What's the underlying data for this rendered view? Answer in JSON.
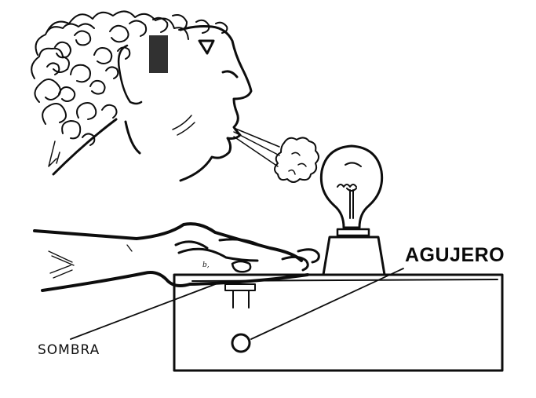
{
  "diagram": {
    "description": "Experimento: persona soplando hacia una lámpara sobre una caja; mano apoyada sobre la caja",
    "labels": {
      "hole": "AGUJERO",
      "shadow": "SOMBRA"
    },
    "elements": [
      {
        "name": "person-head",
        "description": "Cabeza de perfil con pelo rizado, soplando"
      },
      {
        "name": "air-puff",
        "description": "Soplo de aire hacia la lámpara"
      },
      {
        "name": "light-bulb",
        "description": "Bombilla con filamento sobre base"
      },
      {
        "name": "hand",
        "description": "Mano apoyada sobre la tapa de la caja"
      },
      {
        "name": "box",
        "description": "Caja rectangular con agujero circular al frente"
      },
      {
        "name": "hole",
        "description": "Agujero circular en el frente de la caja"
      },
      {
        "name": "post",
        "description": "Soporte bajo la tapa, zona de sombra"
      }
    ],
    "colors": {
      "ink": "#0d0d0d",
      "paper": "#ffffff"
    }
  }
}
